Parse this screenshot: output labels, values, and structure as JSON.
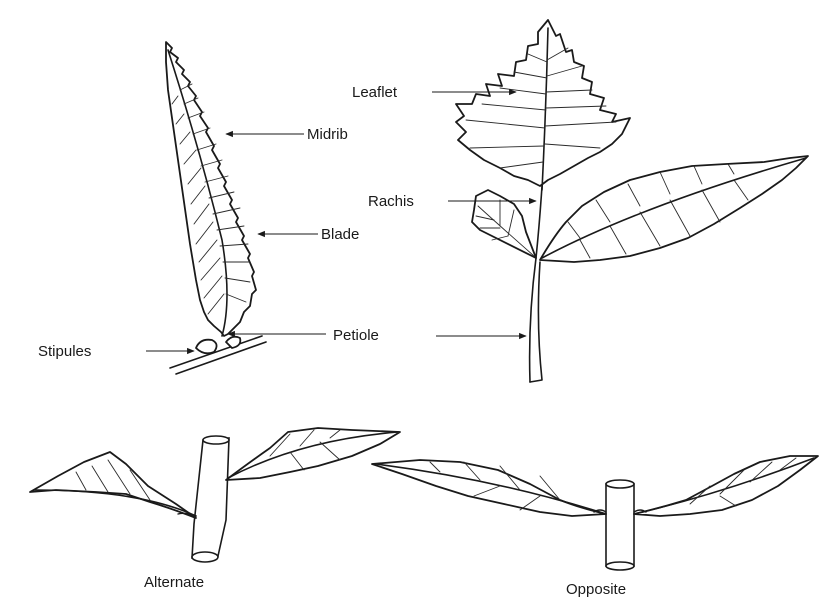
{
  "labels": {
    "leaflet": "Leaflet",
    "midrib": "Midrib",
    "rachis": "Rachis",
    "blade": "Blade",
    "stipules": "Stipules",
    "petiole": "Petiole",
    "alternate": "Alternate",
    "opposite": "Opposite"
  }
}
